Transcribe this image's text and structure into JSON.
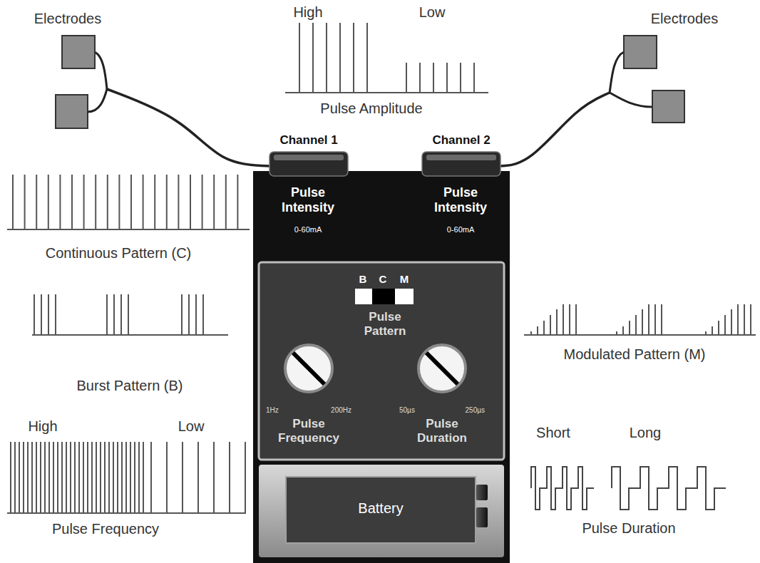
{
  "diagram": {
    "nodes": [
      {
        "text": [
          "Electrodes"
        ]
      },
      {
        "text": [
          "Electrodes"
        ]
      },
      {
        "text": [
          "Channel 1"
        ]
      },
      {
        "text": [
          "Channel 2"
        ]
      },
      {
        "text": [
          "B",
          "C",
          "M",
          "Pulse Pattern"
        ]
      },
      {
        "text": [
          "1Hz",
          "200Hz",
          "Pulse Frequency"
        ]
      },
      {
        "text": [
          "50µs",
          "250µs",
          "Pulse Duration"
        ]
      },
      {
        "text": [
          "Battery"
        ]
      }
    ],
    "edges": [
      {
        "from": 0,
        "to": 2,
        "arrow": "none"
      },
      {
        "from": 1,
        "to": 3,
        "arrow": "none"
      }
    ],
    "labels": [
      "High",
      "Low",
      "Pulse Amplitude",
      "Pulse Intensity",
      "0-60mA",
      "Pulse Intensity",
      "0-60mA",
      "Continuous Pattern (C)",
      "Burst Pattern (B)",
      "Modulated Pattern (M)",
      "High",
      "Low",
      "Pulse Frequency",
      "Short",
      "Long",
      "Pulse Duration"
    ]
  }
}
